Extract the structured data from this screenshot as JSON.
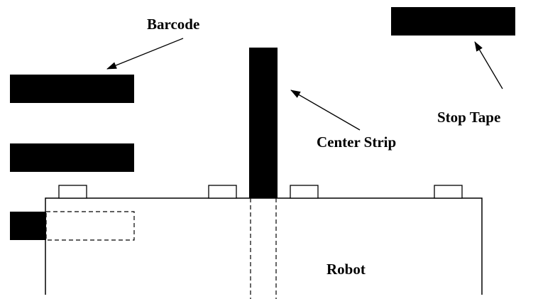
{
  "labels": {
    "barcode": "Barcode",
    "stop_tape": "Stop Tape",
    "center_strip": "Center Strip",
    "robot": "Robot"
  },
  "colors": {
    "ink": "#000000",
    "background": "#ffffff"
  }
}
